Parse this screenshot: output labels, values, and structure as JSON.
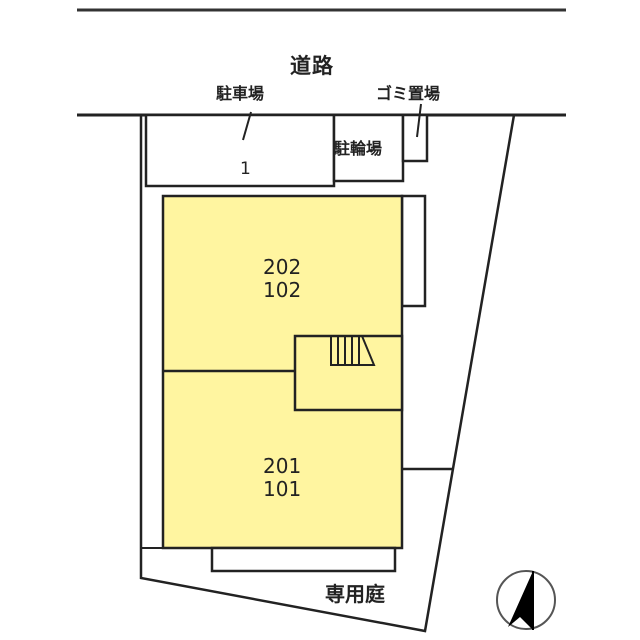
{
  "diagram": {
    "type": "site-plan",
    "labels": {
      "road": "道路",
      "parking": "駐車場",
      "parking_space_number": "1",
      "trash_area": "ゴミ置場",
      "bicycle_parking": "駐輪場",
      "private_garden": "専用庭"
    },
    "units": [
      {
        "upper": "202",
        "lower": "102"
      },
      {
        "upper": "201",
        "lower": "101"
      }
    ],
    "icons": {
      "compass": "north-arrow-icon",
      "stairs": "stairs-icon"
    },
    "colors": {
      "building_fill": "#FFF5A0",
      "line": "#222222",
      "background": "#FFFFFF"
    }
  }
}
